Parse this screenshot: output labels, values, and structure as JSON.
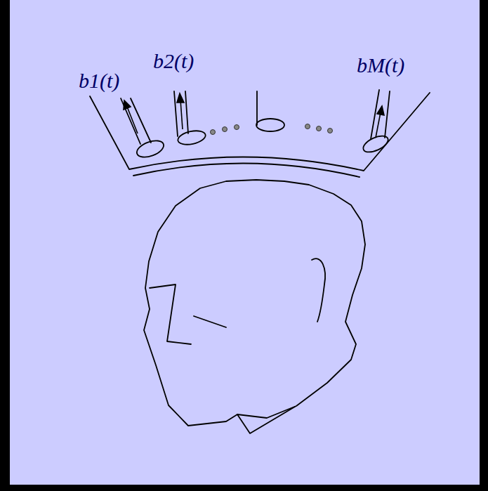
{
  "diagram": {
    "labels": [
      "b1(t)",
      "b2(t)",
      "bM(t)"
    ]
  }
}
